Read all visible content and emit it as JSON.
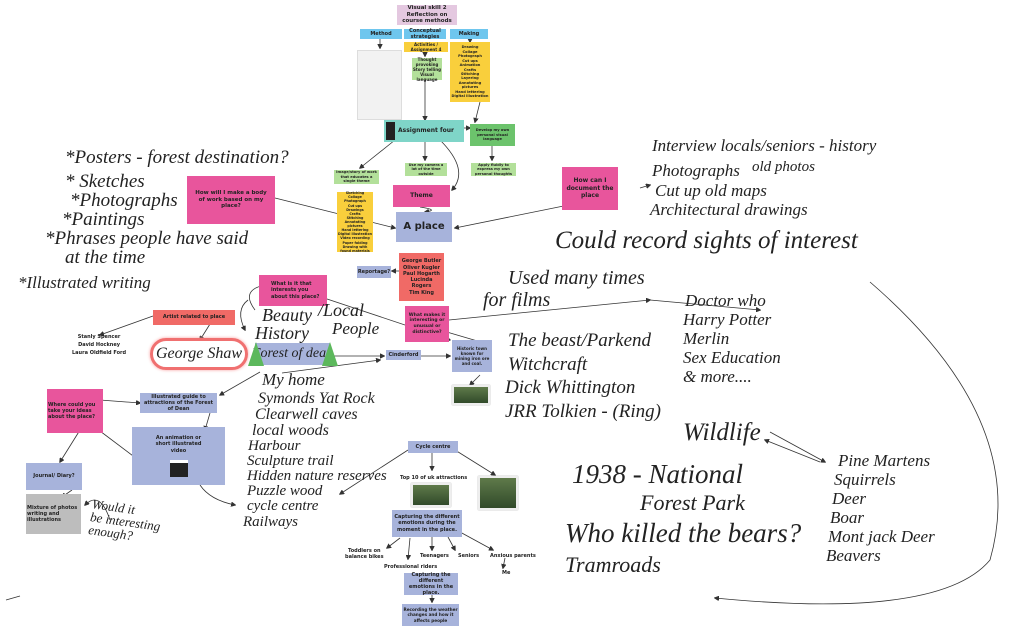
{
  "top": {
    "title": "Visual skill 2\nReflection on course methods",
    "method": "Method",
    "conceptual": "Conceptual strategies",
    "making": "Making",
    "activities": "Activities / Assignment 4",
    "thought": "Thought provoking\nStory telling\nVisual language",
    "making_list": "Drawing\nCollage\nPhotograph\nCut ups\nAnimation\nCrafts\nStitching\nLayering\nAnnotating pictures\nHand lettering\nDigital illustration",
    "assignment": "Assignment four",
    "develop": "Develop my own personal visual language",
    "camera": "Use my camera a lot of the time outside",
    "apply": "Apply fluidly to express my own personal thoughts",
    "image_story": "Image/story of work that educates a single theme",
    "yellow_list": "Sketching\nCollage\nPhotograph\nCut ups\nDrawings\nCrafts\nStitching\nAnnotating pictures\nHand lettering\nDigital illustration\nVideo recording\nPaper folding\nDrawing with found materials",
    "theme": "Theme",
    "place": "A place",
    "reportage": "Reportage?",
    "names": "George Butler\nOliver Kugler\nPaul Hogarth\nLucinda Rogers\nTim King"
  },
  "left": {
    "q_body": "How will I make a body of work based on my place?",
    "posters": "*Posters - forest destination?",
    "sketches": "* Sketches",
    "photos": "*Photographs",
    "paintings": "*Paintings",
    "phrases": "*Phrases people have said",
    "time": "at the time",
    "illustrated": "*Illustrated writing",
    "q_interest": "What is it that interests you about this place?",
    "artist": "Artist related to place",
    "artists_list": "Stanly Spencer\nDavid Hockney\nLaura Oldfield Ford",
    "george": "George Shaw",
    "q_where": "Where could you take your ideas about the place?",
    "guide": "Illustrated guide to attractions of the Forest of Dean",
    "animation": "An animation or short illustrated video",
    "journal": "Journal/ Diary?",
    "mixture": "Mixture of photos writing and illustrations",
    "would": "Would it\nbe interesting\nenough?"
  },
  "center": {
    "beauty": "Beauty",
    "history": "History",
    "local": "/Local",
    "people": "People",
    "forest": "Forest of dean",
    "cinderford": "Cinderford",
    "q_makes": "What makes it interesting or unusual or distinctive?",
    "historic": "Historic town known for mining iron ore and coal.",
    "places": [
      "My home",
      "Symonds Yat Rock",
      "Clearwell caves",
      "local woods",
      "Harbour",
      "Sculpture trail",
      "Hidden nature reserves",
      "Puzzle wood",
      "cycle centre",
      "Railways"
    ],
    "cycle": "Cycle centre",
    "top10": "Top 10 of uk attractions",
    "capture1": "Capturing the different emotions during the moment in the place.",
    "toddlers": "Toddlers on\nbalance bikes",
    "pro": "Professional riders",
    "teen": "Teenagers",
    "seniors": "Seniors",
    "anxious": "Anxious parents",
    "me": "Me",
    "capture2": "Capturing the different emotions in the place.",
    "weather": "Recording the weather changes and how it affects people"
  },
  "right": {
    "q_doc": "How can I document the place",
    "interview": "Interview locals/seniors - history",
    "old": "old photos",
    "photographs": "Photographs",
    "maps": "Cut up old maps",
    "arch": "Architectural drawings",
    "could": "Could record sights of interest",
    "used": "Used many times",
    "films": "for films",
    "film_list": [
      "Doctor who",
      "Harry Potter",
      "Merlin",
      "Sex Education",
      "& more...."
    ],
    "beast": "The beast/Parkend",
    "witch": "Witchcraft",
    "dick": "Dick Whittington",
    "jrr": "JRR Tolkien - (Ring)",
    "wildlife": "Wildlife",
    "animals": [
      "Pine Martens",
      "Squirrels",
      "Deer",
      "Boar",
      "Mont jack Deer",
      "Beavers"
    ],
    "national": "1938 - National",
    "forest_park": "Forest Park",
    "bears": "Who killed the bears?",
    "tram": "Tramroads"
  }
}
